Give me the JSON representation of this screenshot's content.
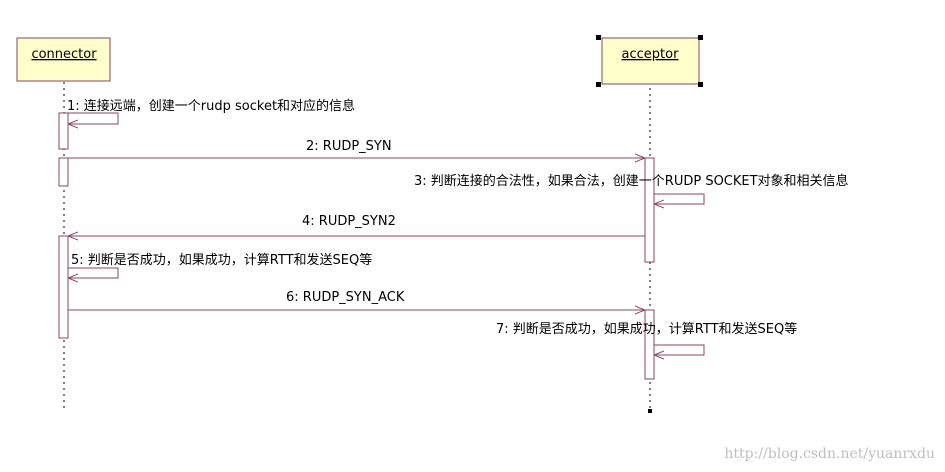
{
  "participants": {
    "connector": {
      "name": "connector"
    },
    "acceptor": {
      "name": "acceptor"
    }
  },
  "messages": [
    {
      "id": "m1",
      "label": "1: 连接远端，创建一个rudp socket和对应的信息"
    },
    {
      "id": "m2",
      "label": "2: RUDP_SYN"
    },
    {
      "id": "m3",
      "label": "3: 判断连接的合法性，如果合法，创建一个RUDP SOCKET对象和相关信息"
    },
    {
      "id": "m4",
      "label": "4: RUDP_SYN2"
    },
    {
      "id": "m5",
      "label": "5: 判断是否成功，如果成功，计算RTT和发送SEQ等"
    },
    {
      "id": "m6",
      "label": "6: RUDP_SYN_ACK"
    },
    {
      "id": "m7",
      "label": "7: 判断是否成功，如果成功，计算RTT和发送SEQ等"
    }
  ],
  "watermark": "http://blog.csdn.net/yuanrxdu",
  "colors": {
    "box_fill": "#ffffcc",
    "box_border": "#8b4563",
    "line": "#8b4563",
    "lifeline": "#000000",
    "handle": "#000000"
  }
}
